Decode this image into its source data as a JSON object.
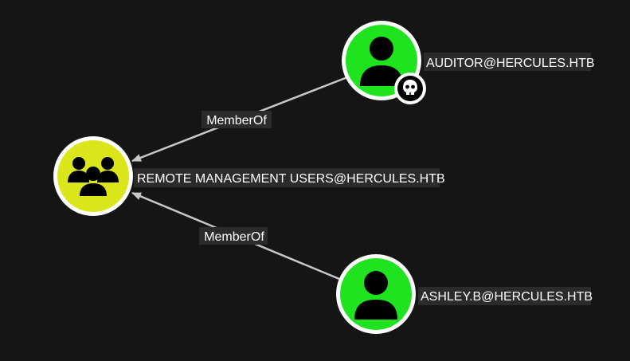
{
  "colors": {
    "background": "#151515",
    "user_node": "#1fe31f",
    "group_node": "#dbe61a",
    "node_border": "#ffffff",
    "edge": "#c8c8c8",
    "label_bg": "#2b2b2b",
    "label_text": "#ffffff"
  },
  "nodes": {
    "auditor": {
      "label": "AUDITOR@HERCULES.HTB",
      "kind": "user",
      "icon": "user-icon",
      "badge": "skull-icon"
    },
    "remote_mgmt": {
      "label": "REMOTE MANAGEMENT USERS@HERCULES.HTB",
      "kind": "group",
      "icon": "group-icon"
    },
    "ashley": {
      "label": "ASHLEY.B@HERCULES.HTB",
      "kind": "user",
      "icon": "user-icon"
    }
  },
  "edges": {
    "auditor_memberof": {
      "label": "MemberOf",
      "from": "AUDITOR@HERCULES.HTB",
      "to": "REMOTE MANAGEMENT USERS@HERCULES.HTB"
    },
    "ashley_memberof": {
      "label": "MemberOf",
      "from": "ASHLEY.B@HERCULES.HTB",
      "to": "REMOTE MANAGEMENT USERS@HERCULES.HTB"
    }
  }
}
